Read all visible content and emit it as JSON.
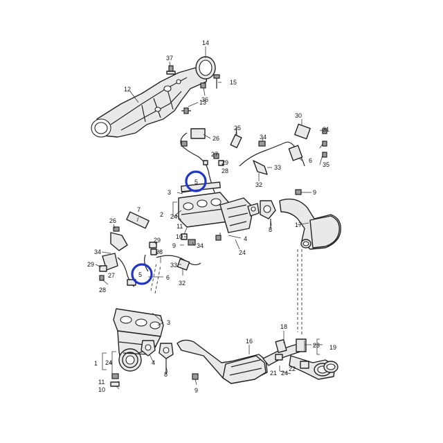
{
  "labels": {
    "n1": "1",
    "n2": "2",
    "n3a": "3",
    "n3b": "3",
    "n4a": "4",
    "n4b": "4",
    "n5a": "5",
    "n5b": "5",
    "n6a": "6",
    "n6b": "6",
    "n7": "7",
    "n8a": "8",
    "n8b": "8",
    "n9a": "9",
    "n9b": "9",
    "n10a": "10",
    "n10b": "10",
    "n11a": "11",
    "n11b": "11",
    "n12": "12",
    "n13": "13",
    "n14": "14",
    "n15": "15",
    "n16": "16",
    "n17": "17",
    "n18": "18",
    "n19": "19",
    "n21": "21",
    "n22": "22",
    "n23": "23",
    "n24a": "24",
    "n24b": "24",
    "n24c": "24",
    "n24d": "24",
    "n25": "25",
    "n26a": "26",
    "n26b": "26",
    "n27a": "27",
    "n27b": "27",
    "n28a": "28",
    "n28b": "28",
    "n29a": "29",
    "n29b": "29",
    "n30": "30",
    "n31": "31",
    "n32a": "32",
    "n32b": "32",
    "n33a": "33",
    "n33b": "33",
    "n34a": "34",
    "n34b": "34",
    "n34c": "34",
    "n35": "35",
    "n36": "36",
    "n37": "37"
  },
  "highlight_color": "#1f36c8"
}
